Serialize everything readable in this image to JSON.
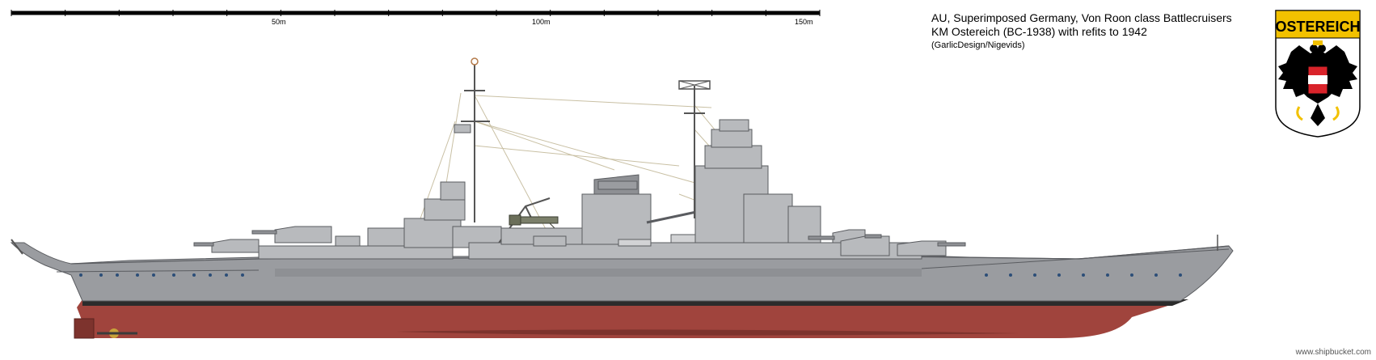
{
  "scale": {
    "labels": [
      "50m",
      "100m",
      "150m"
    ]
  },
  "header": {
    "title_line1": "AU, Superimposed Germany, Von Roon class Battlecruisers",
    "title_line2": "KM Ostereich (BC-1938) with refits to 1942",
    "credit": "(GarlicDesign/Nigevids)"
  },
  "crest": {
    "label": "OSTEREICH",
    "colors": {
      "gold": "#f2c100",
      "black": "#000000",
      "red": "#d9232a",
      "white": "#ffffff"
    }
  },
  "ship": {
    "colors": {
      "hull_grey": "#9a9ca0",
      "upper_grey": "#b8babd",
      "boot_top": "#2b2b2b",
      "bottom_red": "#a0443d",
      "deck_line": "#5a5c60"
    }
  },
  "footer": {
    "watermark": "www.shipbucket.com"
  }
}
